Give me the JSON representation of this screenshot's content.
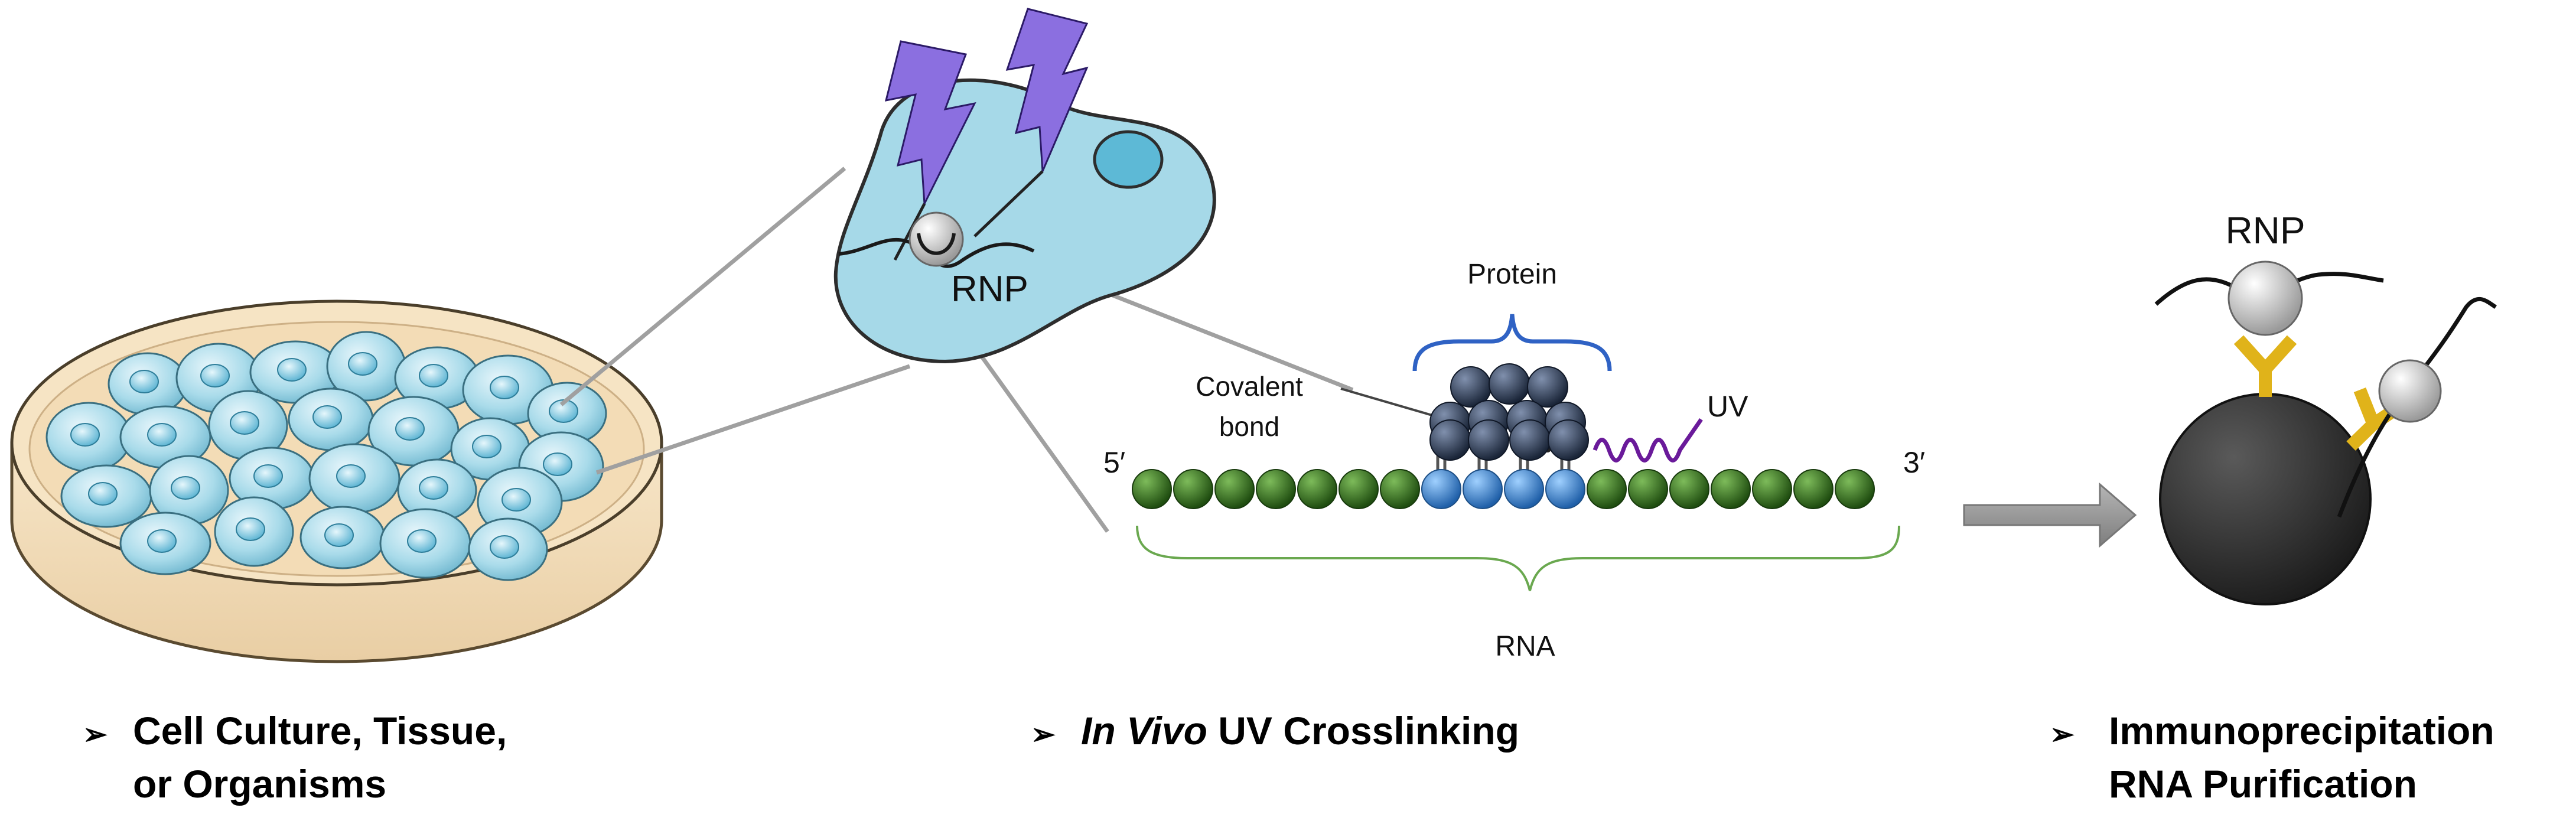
{
  "labels": {
    "rnp_cell": "RNP",
    "protein": "Protein",
    "covalent_line1": "Covalent",
    "covalent_line2": "bond",
    "uv": "UV",
    "five_prime": "5′",
    "three_prime": "3′",
    "rna": "RNA",
    "rnp_bead": "RNP"
  },
  "captions": {
    "bullet_glyph": "➢",
    "step1_line1": "Cell Culture, Tissue,",
    "step1_line2": "or Organisms",
    "step2_italic": "In Vivo",
    "step2_rest": " UV Crosslinking",
    "step3_line1": "Immunoprecipitation",
    "step3_line2": "RNA Purification"
  },
  "colors": {
    "cell_fill": "#a6d9e8",
    "cell_stroke": "#2d2d2d",
    "nucleus": "#5db9d6",
    "bolt": "#8b6fe0",
    "rna_green": "#2f6b1b",
    "rna_blue": "#4a8fd1",
    "protein_sphere": "#2c3e5c",
    "uv_wave": "#6a1a9a",
    "bracket_blue": "#2f62c4",
    "brace_green": "#6aa84f",
    "dish_fill": "#f3dfbf",
    "bead": "#2b2b2b",
    "antibody": "#e0b31a",
    "arrow": "#8c8c8c"
  }
}
